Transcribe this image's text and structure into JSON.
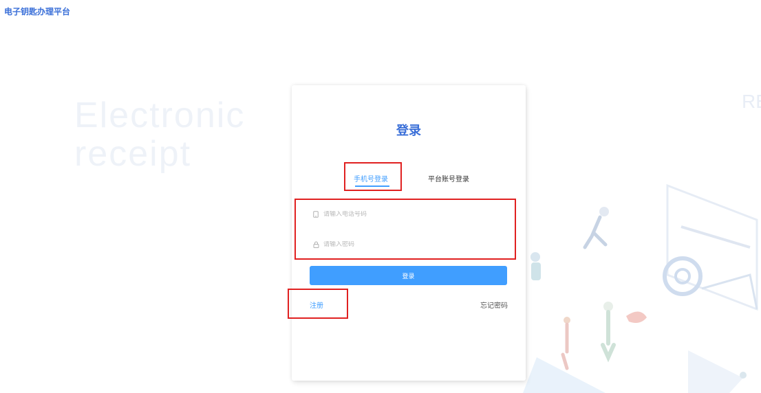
{
  "app": {
    "title": "电子钥匙办理平台"
  },
  "hero": {
    "line1": "Electronic",
    "line2": "receipt"
  },
  "decoration": {
    "side_text": "REC"
  },
  "login": {
    "title": "登录",
    "tabs": [
      {
        "label": "手机号登录",
        "active": true
      },
      {
        "label": "平台账号登录",
        "active": false
      }
    ],
    "phone_placeholder": "请输入电话号码",
    "password_placeholder": "请输入密码",
    "submit_label": "登录",
    "register_label": "注册",
    "forgot_label": "忘记密码"
  },
  "colors": {
    "accent": "#409eff",
    "title": "#3a6fd8",
    "highlight": "#e02020"
  }
}
